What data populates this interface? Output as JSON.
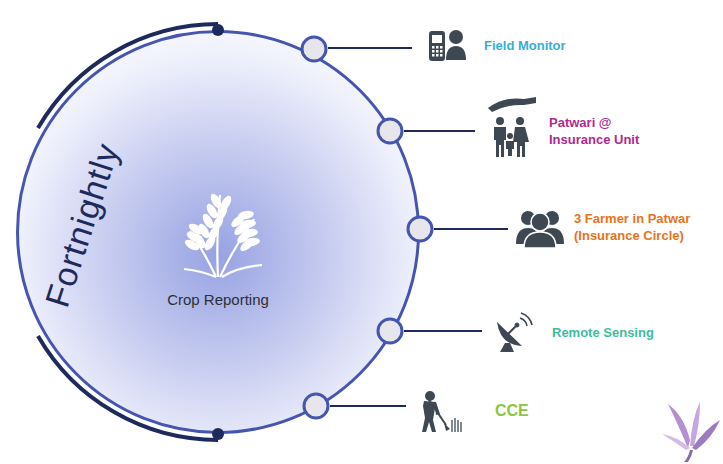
{
  "diagram": {
    "nodes": [
      {
        "text": [
          "Crop Reporting"
        ]
      }
    ],
    "labels": [
      "Fortnightly",
      "Field Monitor",
      "Patwari @ Insurance Unit",
      "3 Farmer in Patwar (Insurance Circle)",
      "Remote Sensing",
      "CCE"
    ]
  }
}
